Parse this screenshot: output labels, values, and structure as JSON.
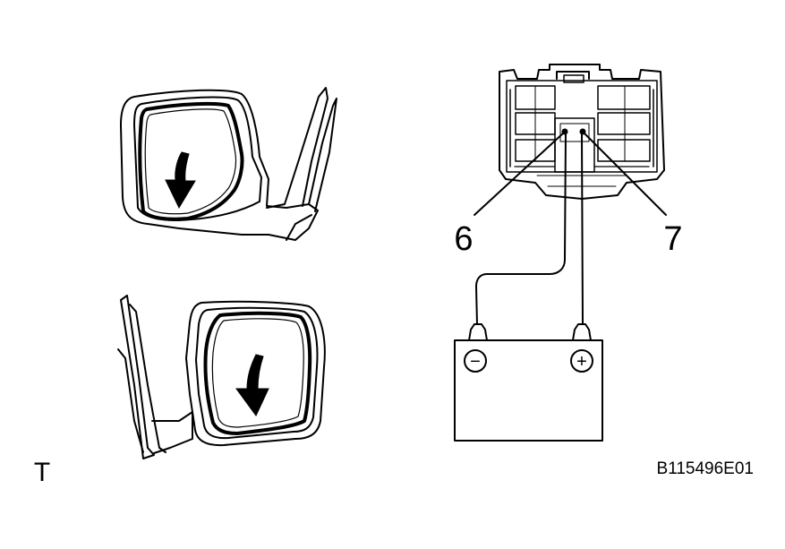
{
  "labels": {
    "pin_negative": "6",
    "pin_positive": "7",
    "view_letter": "T",
    "figure_code": "B115496E01"
  },
  "battery": {
    "negative_symbol": "−",
    "positive_symbol": "+"
  },
  "colors": {
    "line": "#000000",
    "background": "#ffffff"
  }
}
